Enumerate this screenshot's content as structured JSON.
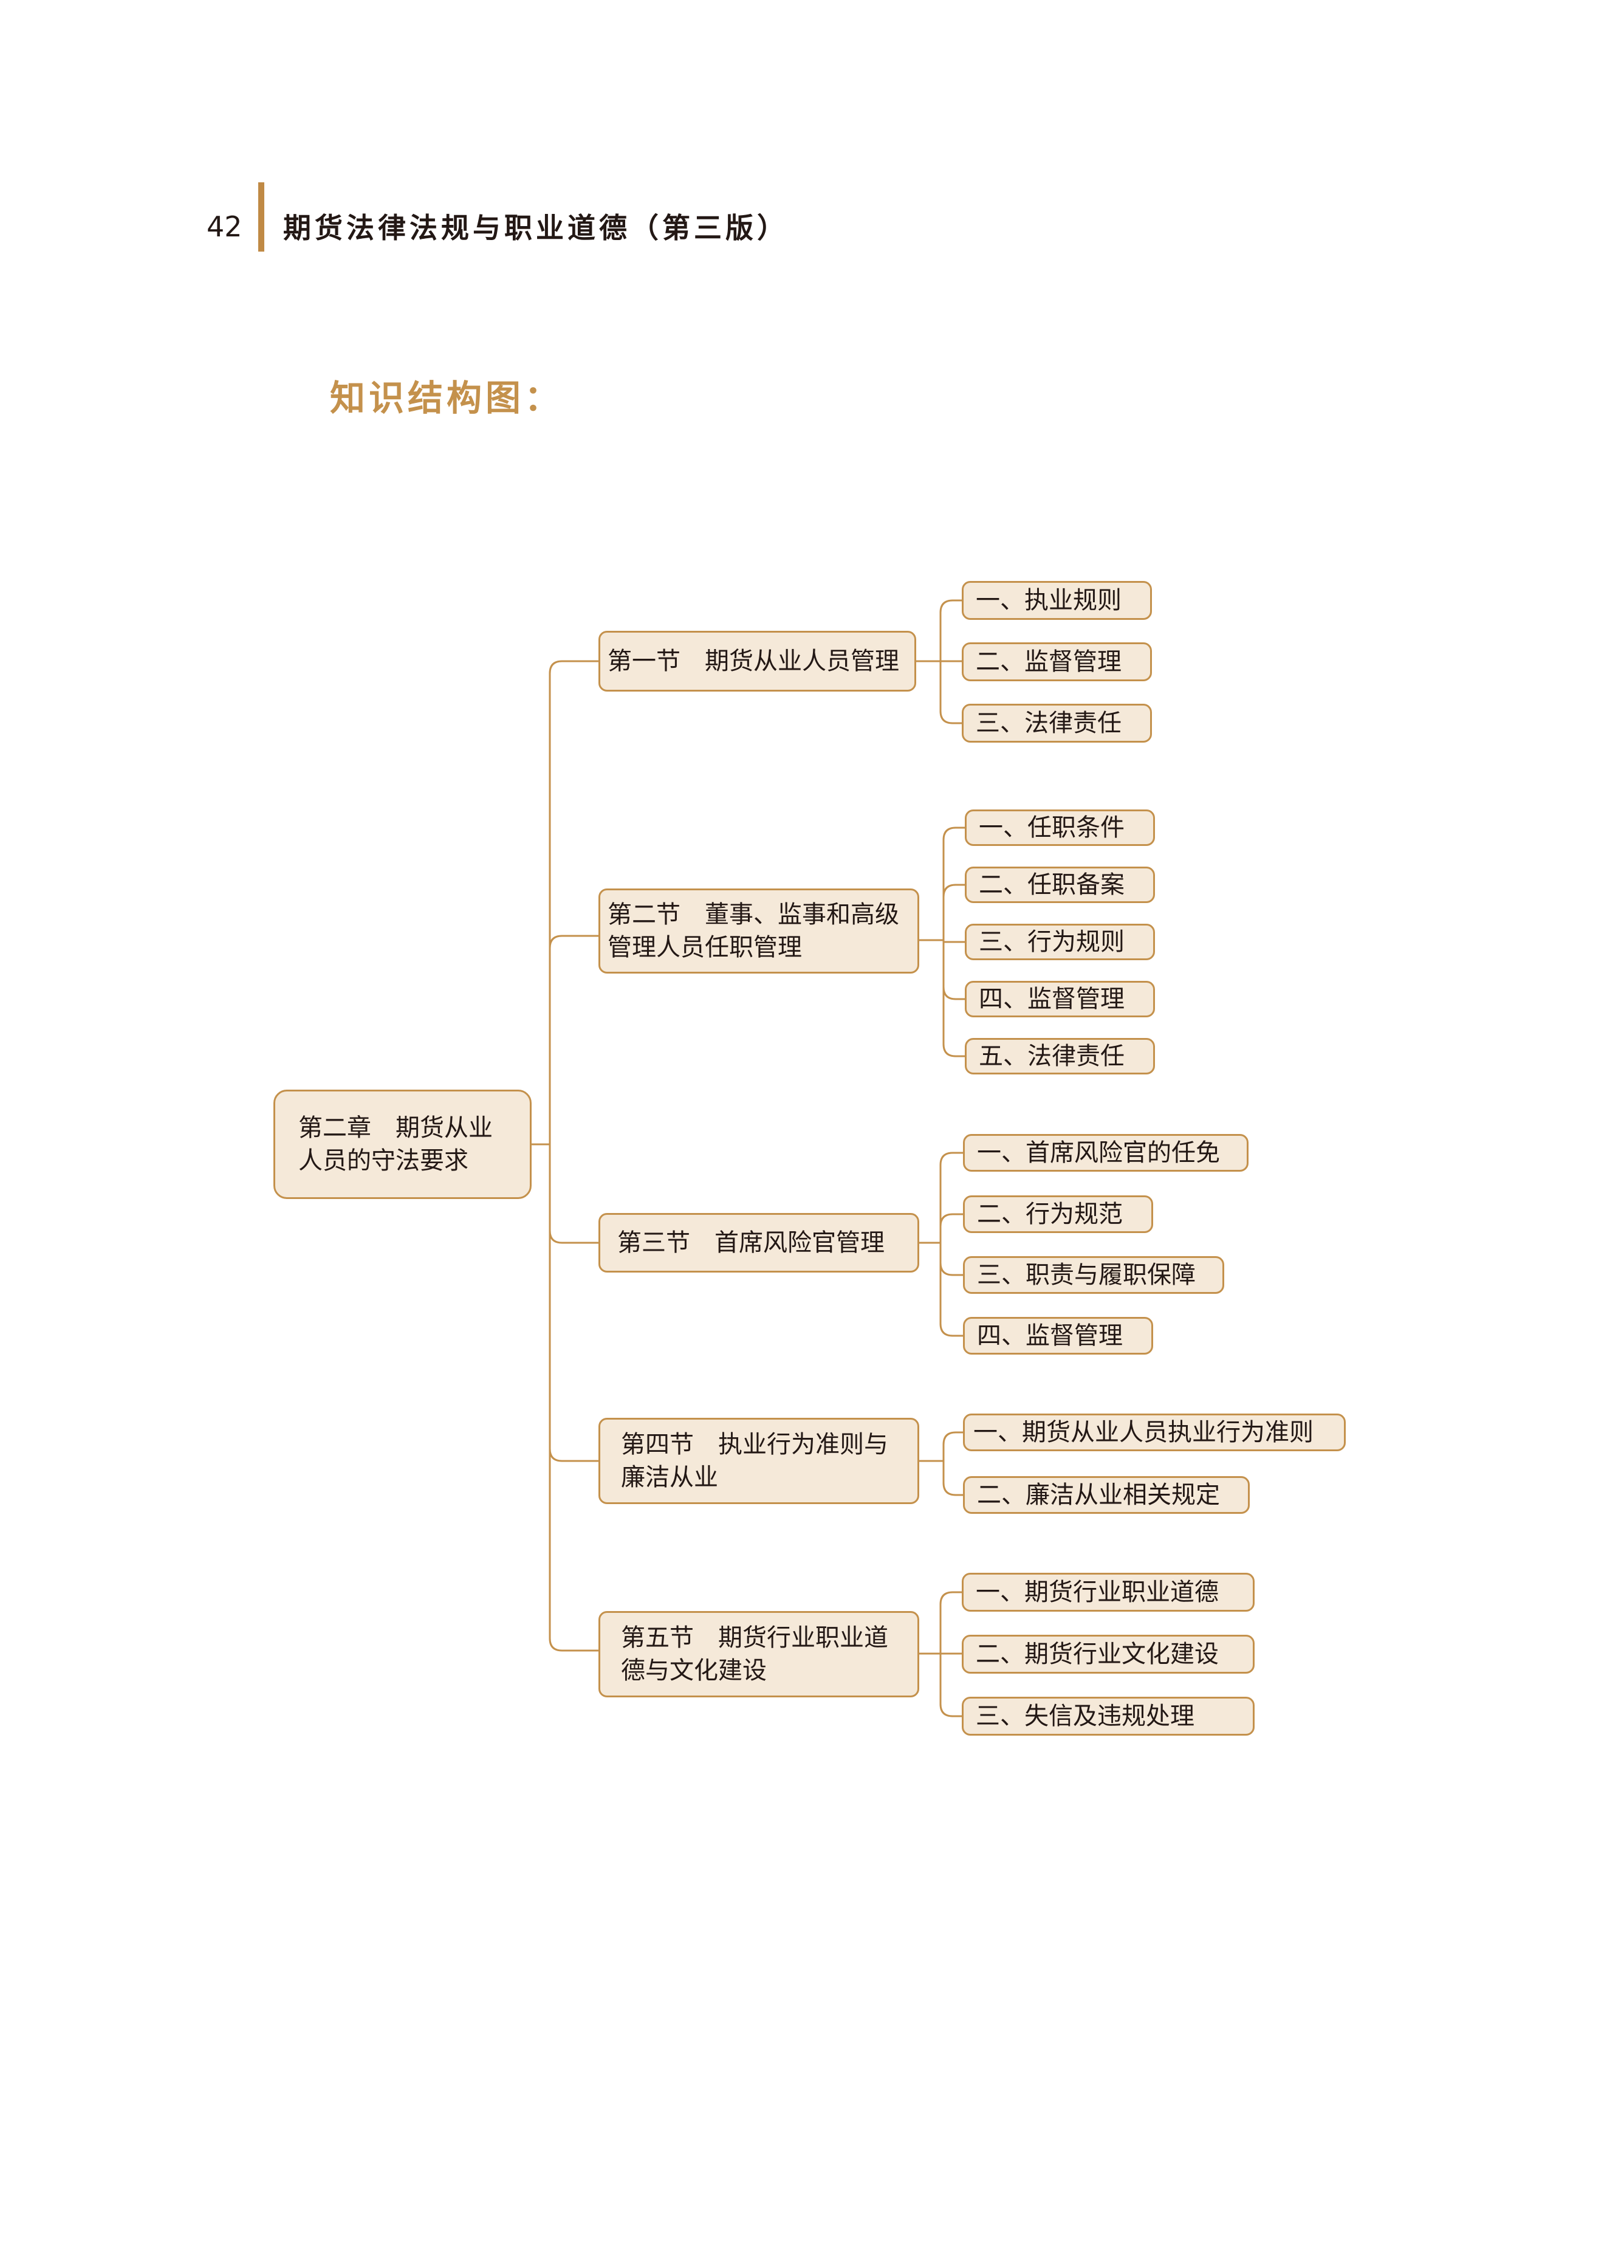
{
  "header": {
    "page_number": "42",
    "book_title": "期货法律法规与职业道德（第三版）"
  },
  "heading": "知识结构图：",
  "accent_color": "#c4914c",
  "node_fill_color": "#f5e9d9",
  "diagram": {
    "root": "第二章　期货从业\n人员的守法要求",
    "sections": [
      {
        "label": "第一节　期货从业人员管理",
        "items": [
          "一、执业规则",
          "二、监督管理",
          "三、法律责任"
        ]
      },
      {
        "label": "第二节　董事、监事和高级\n管理人员任职管理",
        "items": [
          "一、任职条件",
          "二、任职备案",
          "三、行为规则",
          "四、监督管理",
          "五、法律责任"
        ]
      },
      {
        "label": "第三节　首席风险官管理",
        "items": [
          "一、首席风险官的任免",
          "二、行为规范",
          "三、职责与履职保障",
          "四、监督管理"
        ]
      },
      {
        "label": "第四节　执业行为准则与\n廉洁从业",
        "items": [
          "一、期货从业人员执业行为准则",
          "二、廉洁从业相关规定"
        ]
      },
      {
        "label": "第五节　期货行业职业道\n德与文化建设",
        "items": [
          "一、期货行业职业道德",
          "二、期货行业文化建设",
          "三、失信及违规处理"
        ]
      }
    ]
  }
}
